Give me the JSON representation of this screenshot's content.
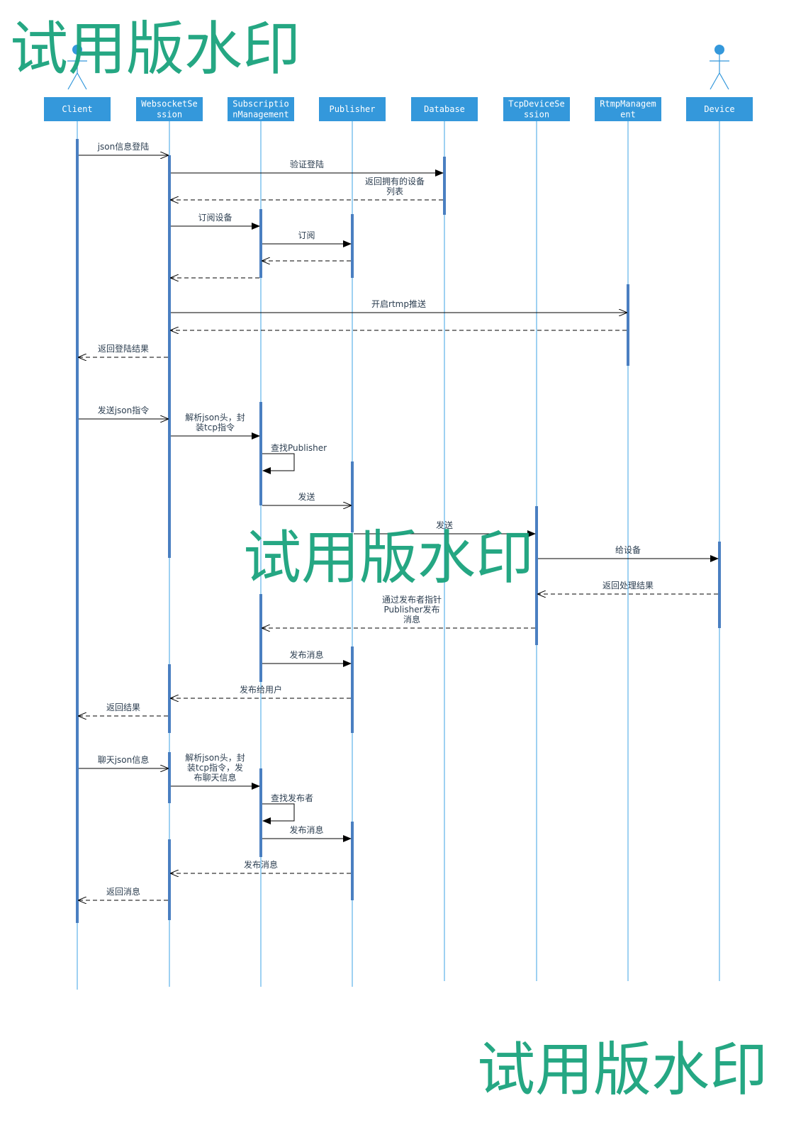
{
  "colors": {
    "participant_fill": "#3498db",
    "participant_text": "#ffffff",
    "lifeline": "#3ea3e6",
    "activation": "#4a7fc1",
    "arrow": "#000000",
    "label": "#2c3e50",
    "watermark": "#1aa37d"
  },
  "participants": [
    {
      "id": "client",
      "label": "Client",
      "actor": true
    },
    {
      "id": "websocket",
      "label": "WebsocketSe\nssion",
      "actor": false
    },
    {
      "id": "subscription",
      "label": "Subscriptio\nnManagement",
      "actor": false
    },
    {
      "id": "publisher",
      "label": "Publisher",
      "actor": false
    },
    {
      "id": "database",
      "label": "Database",
      "actor": false
    },
    {
      "id": "tcpdevice",
      "label": "TcpDeviceSe\nssion",
      "actor": false
    },
    {
      "id": "rtmp",
      "label": "RtmpManagem\nent",
      "actor": false
    },
    {
      "id": "device",
      "label": "Device",
      "actor": true
    }
  ],
  "messages": [
    {
      "from": "client",
      "to": "websocket",
      "label": "json信息登陆",
      "kind": "async"
    },
    {
      "from": "websocket",
      "to": "database",
      "label": "验证登陆",
      "kind": "sync"
    },
    {
      "from": "database",
      "to": "websocket",
      "label": "返回拥有的设备\n列表",
      "kind": "reply"
    },
    {
      "from": "websocket",
      "to": "subscription",
      "label": "订阅设备",
      "kind": "sync"
    },
    {
      "from": "subscription",
      "to": "publisher",
      "label": "订阅",
      "kind": "sync"
    },
    {
      "from": "publisher",
      "to": "subscription",
      "label": "",
      "kind": "reply"
    },
    {
      "from": "subscription",
      "to": "websocket",
      "label": "",
      "kind": "reply"
    },
    {
      "from": "websocket",
      "to": "rtmp",
      "label": "开启rtmp推送",
      "kind": "async"
    },
    {
      "from": "rtmp",
      "to": "websocket",
      "label": "",
      "kind": "reply"
    },
    {
      "from": "websocket",
      "to": "client",
      "label": "返回登陆结果",
      "kind": "reply"
    },
    {
      "from": "client",
      "to": "websocket",
      "label": "发送json指令",
      "kind": "async"
    },
    {
      "from": "websocket",
      "to": "subscription",
      "label": "解析json头，封\n装tcp指令",
      "kind": "sync"
    },
    {
      "from": "subscription",
      "to": "subscription",
      "label": "查找Publisher",
      "kind": "self"
    },
    {
      "from": "subscription",
      "to": "publisher",
      "label": "发送",
      "kind": "async"
    },
    {
      "from": "publisher",
      "to": "tcpdevice",
      "label": "发送",
      "kind": "sync"
    },
    {
      "from": "tcpdevice",
      "to": "device",
      "label": "给设备",
      "kind": "sync"
    },
    {
      "from": "device",
      "to": "tcpdevice",
      "label": "返回处理结果",
      "kind": "reply"
    },
    {
      "from": "tcpdevice",
      "to": "subscription",
      "label": "通过发布者指针\nPublisher发布\n消息",
      "kind": "reply"
    },
    {
      "from": "subscription",
      "to": "publisher",
      "label": "发布消息",
      "kind": "sync"
    },
    {
      "from": "publisher",
      "to": "websocket",
      "label": "发布给用户",
      "kind": "reply"
    },
    {
      "from": "websocket",
      "to": "client",
      "label": "返回结果",
      "kind": "reply"
    },
    {
      "from": "client",
      "to": "websocket",
      "label": "聊天json信息",
      "kind": "async"
    },
    {
      "from": "websocket",
      "to": "subscription",
      "label": "解析json头，封\n装tcp指令，发\n布聊天信息",
      "kind": "sync"
    },
    {
      "from": "subscription",
      "to": "subscription",
      "label": "查找发布者",
      "kind": "self"
    },
    {
      "from": "subscription",
      "to": "publisher",
      "label": "发布消息",
      "kind": "sync"
    },
    {
      "from": "publisher",
      "to": "websocket",
      "label": "发布消息",
      "kind": "reply"
    },
    {
      "from": "websocket",
      "to": "client",
      "label": "返回消息",
      "kind": "reply"
    }
  ],
  "watermarks": [
    "试用版水印",
    "试用版水印",
    "试用版水印"
  ]
}
